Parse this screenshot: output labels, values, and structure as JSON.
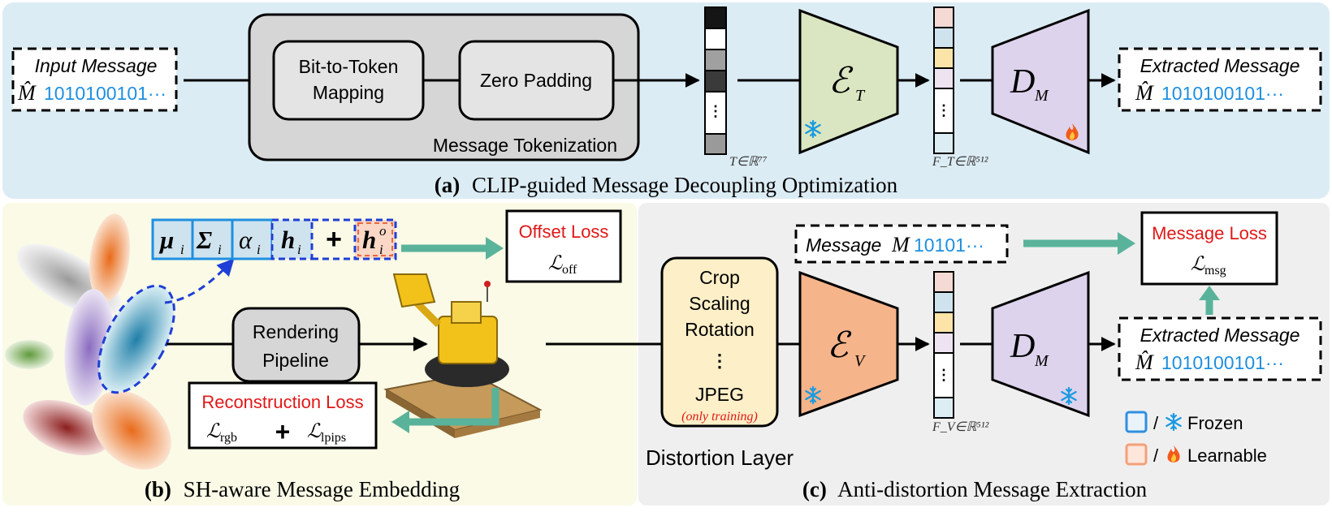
{
  "panel_a": {
    "caption_letter": "(a)",
    "caption_text": "CLIP-guided Message Decoupling Optimization",
    "input_title": "Input Message",
    "input_symbol": "M̂",
    "input_bits": "1010100101···",
    "bit_to_token": [
      "Bit-to-Token",
      "Mapping"
    ],
    "zero_padding": "Zero Padding",
    "tokenization_label": "Message Tokenization",
    "token_dim_label": "T∈ℝ⁷⁷",
    "encoder_symbol": "ℰ",
    "encoder_sub": "T",
    "feature_dim_label": "F_T∈ℝ⁵¹²",
    "decoder_symbol": "D",
    "decoder_sub": "M",
    "output_title": "Extracted Message",
    "output_symbol": "M̂",
    "output_bits": "1010100101···"
  },
  "panel_b": {
    "caption_letter": "(b)",
    "caption_text": "SH-aware Message Embedding",
    "attributes": [
      "μ",
      "Σ",
      "α",
      "h",
      "+",
      "h"
    ],
    "attribute_sub": "i",
    "attribute_sup": "o",
    "offset_loss_title": "Offset Loss",
    "offset_loss_symbol": "ℒ",
    "offset_loss_sub": "off",
    "rendering": [
      "Rendering",
      "Pipeline"
    ],
    "recon_loss_title": "Reconstruction Loss",
    "recon_loss_symbol_1": "ℒ",
    "recon_loss_sub_1": "rgb",
    "recon_plus": "+",
    "recon_loss_symbol_2": "ℒ",
    "recon_loss_sub_2": "lpips"
  },
  "panel_c": {
    "caption_letter": "(c)",
    "caption_text": "Anti-distortion Message Extraction",
    "message_title": "Message",
    "message_symbol": "M",
    "message_bits": "10101···",
    "distortions": [
      "Crop",
      "Scaling",
      "Rotation",
      "JPEG"
    ],
    "only_training": "(only training)",
    "distortion_layer_label": "Distortion Layer",
    "encoder_symbol": "ℰ",
    "encoder_sub": "V",
    "feature_dim_label": "F_V∈ℝ⁵¹²",
    "decoder_symbol": "D",
    "decoder_sub": "M",
    "msg_loss_title": "Message Loss",
    "msg_loss_symbol": "ℒ",
    "msg_loss_sub": "msg",
    "output_title": "Extracted Message",
    "output_symbol": "M̂",
    "output_bits": "1010100101···"
  },
  "legend": {
    "slash": "/",
    "frozen_label": "Frozen",
    "learnable_label": "Learnable"
  },
  "colors": {
    "panel_a_bg": "#dcecf4",
    "panel_b_bg": "#fafae6",
    "panel_c_bg": "#efefef",
    "bits_blue": "#1f8fe0",
    "loss_red": "#e01818",
    "encoder_t_green": "#d9e6c1",
    "encoder_v_orange": "#f6b48a",
    "decoder_purple": "#ddd3ec",
    "teal_arrow": "#59b39a",
    "frozen_blue": "#2f8fe0",
    "learnable_orange": "#f4a07a",
    "distortion_fill": "#fdefc7"
  },
  "icons": [
    "snowflake-icon",
    "fire-icon"
  ]
}
